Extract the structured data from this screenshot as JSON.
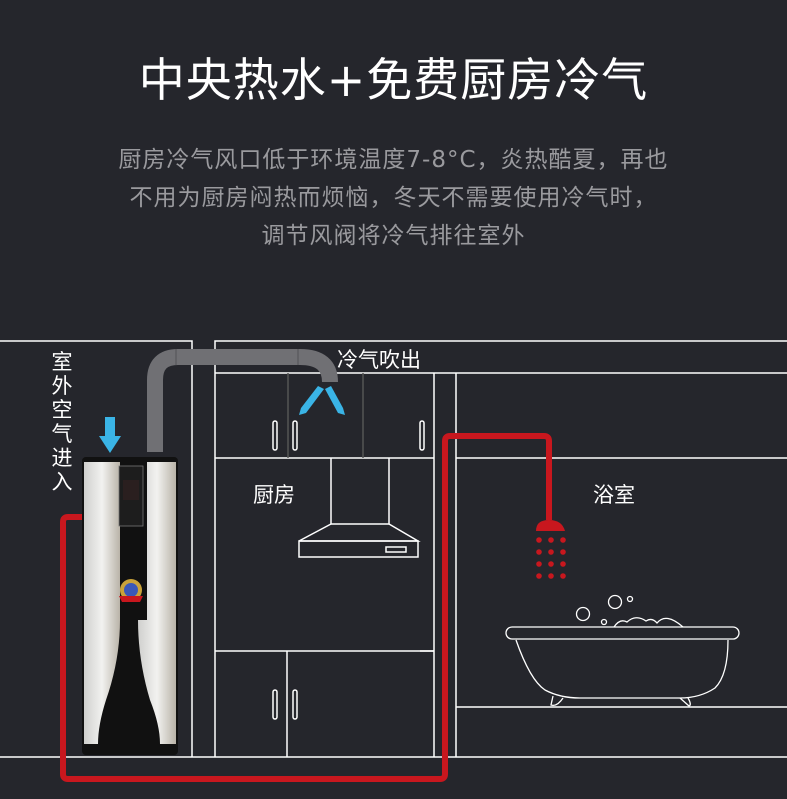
{
  "header": {
    "title": "中央热水+免费厨房冷气",
    "description_lines": [
      "厨房冷气风口低于环境温度7-8°C，炎热酷夏，再也",
      "不用为厨房闷热而烦恼，冬天不需要使用冷气时，",
      "调节风阀将冷气排往室外"
    ]
  },
  "diagram": {
    "labels": {
      "outdoor_air_in": "室外空气进入",
      "cold_air_out": "冷气吹出",
      "kitchen": "厨房",
      "bathroom": "浴室"
    },
    "colors": {
      "background": "#25262c",
      "line": "#ffffff",
      "duct": "#707074",
      "arrow": "#3ab4e6",
      "hot_water_pipe": "#c8171e"
    }
  }
}
